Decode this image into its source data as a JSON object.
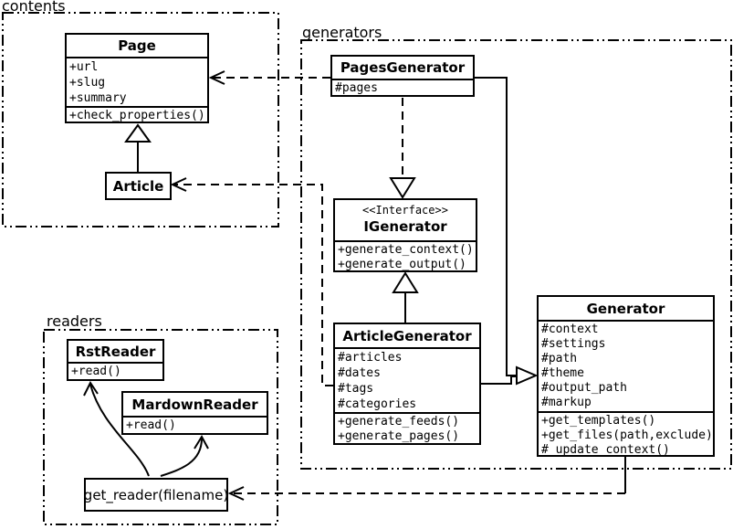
{
  "diagram": {
    "background": "#ffffff",
    "line_color": "#000000"
  },
  "packages": {
    "contents": {
      "label": "contents"
    },
    "generators": {
      "label": "generators"
    },
    "readers": {
      "label": "readers"
    }
  },
  "classes": {
    "page": {
      "name": "Page",
      "attributes": [
        "+url",
        "+slug",
        "+summary"
      ],
      "methods": [
        "+check_properties()"
      ]
    },
    "article": {
      "name": "Article"
    },
    "pages_generator": {
      "name": "PagesGenerator",
      "attributes": [
        "#pages"
      ]
    },
    "igenerator": {
      "stereotype": "<<Interface>>",
      "name": "IGenerator",
      "methods": [
        "+generate_context()",
        "+generate_output()"
      ]
    },
    "article_generator": {
      "name": "ArticleGenerator",
      "attributes": [
        "#articles",
        "#dates",
        "#tags",
        "#categories"
      ],
      "methods": [
        "+generate_feeds()",
        "+generate_pages()"
      ]
    },
    "generator": {
      "name": "Generator",
      "attributes": [
        "#context",
        "#settings",
        "#path",
        "#theme",
        "#output_path",
        "#markup"
      ],
      "methods": [
        "+get_templates()",
        "+get_files(path,exclude)",
        "#_update_context()"
      ]
    },
    "rst_reader": {
      "name": "RstReader",
      "methods": [
        "+read()"
      ]
    },
    "mardown_reader": {
      "name": "MardownReader",
      "methods": [
        "+read()"
      ]
    },
    "get_reader": {
      "label": "get_reader(filename)"
    }
  }
}
